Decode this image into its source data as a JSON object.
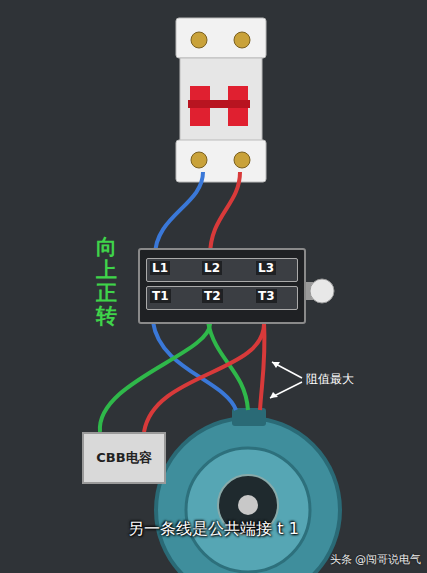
{
  "diagram": {
    "caption": "另一条线是公共端接 t 1",
    "nodes": [
      {
        "text": [
          "L1",
          "L2",
          "L3",
          "T1",
          "T2",
          "T3"
        ]
      },
      {
        "text": [
          "CBB电容"
        ]
      }
    ],
    "edges": [
      {
        "from": 1,
        "to": 0,
        "arrow": "none"
      },
      {
        "from": 1,
        "to": 0,
        "arrow": "none"
      }
    ],
    "labels": [
      "向上正转",
      "阻值最大",
      "头条 @闯哥说电气"
    ]
  }
}
